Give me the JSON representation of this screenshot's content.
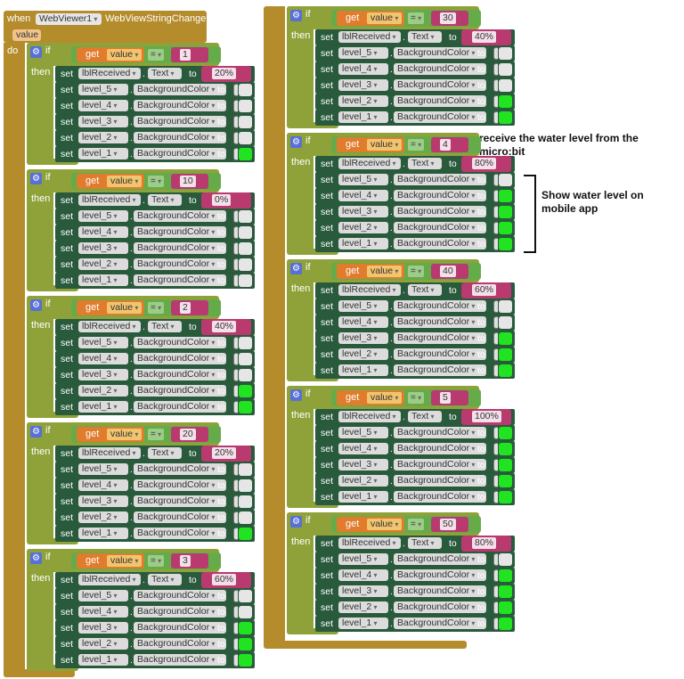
{
  "event": {
    "when_label": "when",
    "component": "WebViewer1",
    "event_name": "WebViewStringChange",
    "param": "value",
    "do_label": "do"
  },
  "keywords": {
    "if": "if",
    "then": "then",
    "get": "get",
    "var": "value",
    "eq": "=",
    "set": "set",
    "to": "to",
    "received": "lblReceived",
    "text_prop": "Text",
    "bg_prop": "BackgroundColor"
  },
  "levels": [
    "level_5",
    "level_4",
    "level_3",
    "level_2",
    "level_1"
  ],
  "blocks": [
    {
      "value": "1",
      "percent": "20%",
      "colors": [
        "grey",
        "grey",
        "grey",
        "grey",
        "green"
      ]
    },
    {
      "value": "10",
      "percent": "0%",
      "colors": [
        "grey",
        "grey",
        "grey",
        "grey",
        "grey"
      ]
    },
    {
      "value": "2",
      "percent": "40%",
      "colors": [
        "grey",
        "grey",
        "grey",
        "green",
        "green"
      ]
    },
    {
      "value": "20",
      "percent": "20%",
      "colors": [
        "grey",
        "grey",
        "grey",
        "grey",
        "green"
      ]
    },
    {
      "value": "3",
      "percent": "60%",
      "colors": [
        "grey",
        "grey",
        "green",
        "green",
        "green"
      ]
    },
    {
      "value": "30",
      "percent": "40%",
      "colors": [
        "grey",
        "grey",
        "grey",
        "green",
        "green"
      ]
    },
    {
      "value": "4",
      "percent": "80%",
      "colors": [
        "grey",
        "green",
        "green",
        "green",
        "green"
      ]
    },
    {
      "value": "40",
      "percent": "60%",
      "colors": [
        "grey",
        "grey",
        "green",
        "green",
        "green"
      ]
    },
    {
      "value": "5",
      "percent": "100%",
      "colors": [
        "green",
        "green",
        "green",
        "green",
        "green"
      ]
    },
    {
      "value": "50",
      "percent": "80%",
      "colors": [
        "grey",
        "green",
        "green",
        "green",
        "green"
      ]
    }
  ],
  "annotations": {
    "receive": "receive the water level from the micro:bit",
    "show": "Show water level on mobile app"
  },
  "colors": {
    "event": "#b48c2c",
    "control": "#8fa23a",
    "compare": "#66ab4a",
    "variable": "#e07c2c",
    "text": "#b83a6e",
    "setter": "#295a3c",
    "on": "#22e322",
    "off": "#e6e6e6"
  }
}
